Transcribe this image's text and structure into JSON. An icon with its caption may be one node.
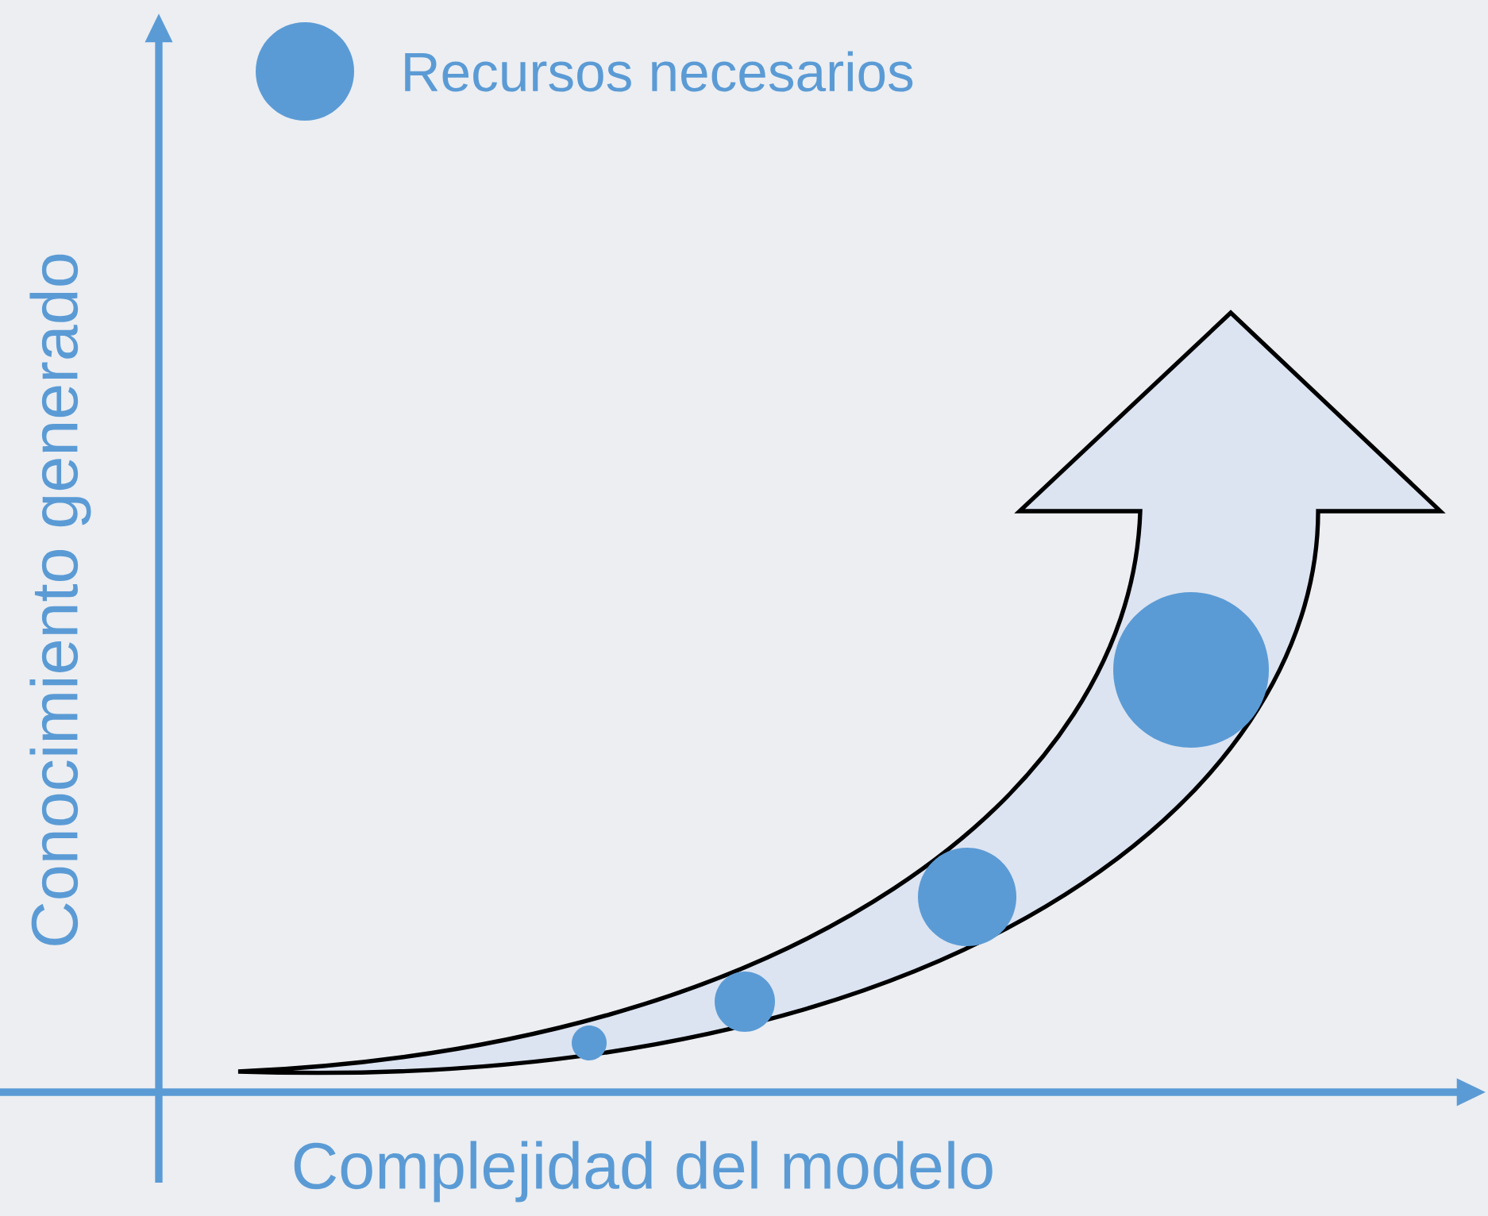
{
  "diagram": {
    "labels": [
      "Conocimiento generado",
      "Complejidad del modelo"
    ],
    "legend": [
      {
        "text": "Recursos necesarios",
        "color": "#5b9bd5"
      }
    ]
  }
}
